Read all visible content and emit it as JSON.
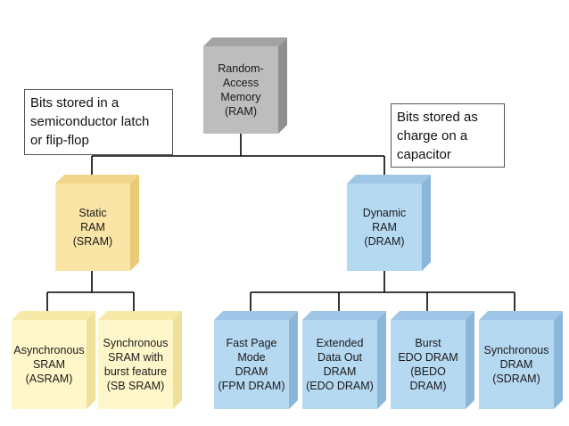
{
  "colors": {
    "gray_front": "#bdbdbd",
    "gray_top": "#a3a3a3",
    "gray_side": "#8f8f8f",
    "yellow_front": "#fbe5a6",
    "yellow_top": "#f2d78a",
    "yellow_side": "#e9cb77",
    "yellow_pale_front": "#fff7c9",
    "yellow_pale_top": "#f7e9a8",
    "yellow_pale_side": "#efe09a",
    "blue_front": "#b6d9f2",
    "blue_top": "#9fc6e6",
    "blue_side": "#8ab6da",
    "connector": "#000000"
  },
  "nodes": {
    "ram": {
      "label": "Random-\nAccess\nMemory\n(RAM)"
    },
    "sram": {
      "label": "Static\nRAM\n(SRAM)"
    },
    "dram": {
      "label": "Dynamic\nRAM\n(DRAM)"
    },
    "asram": {
      "label": "Asynchronous\nSRAM\n(ASRAM)"
    },
    "sbsram": {
      "label": "Synchronous\nSRAM with\nburst feature\n(SB SRAM)"
    },
    "fpm": {
      "label": "Fast Page\nMode\nDRAM\n(FPM DRAM)"
    },
    "edo": {
      "label": "Extended\nData Out\nDRAM\n(EDO DRAM)"
    },
    "bedo": {
      "label": "Burst\nEDO DRAM\n(BEDO\nDRAM)"
    },
    "sdram": {
      "label": "Synchronous\nDRAM\n(SDRAM)"
    }
  },
  "notes": {
    "sram_note": "Bits stored in a\nsemiconductor latch\nor flip-flop",
    "dram_note": "Bits stored as\ncharge on a\ncapacitor"
  }
}
